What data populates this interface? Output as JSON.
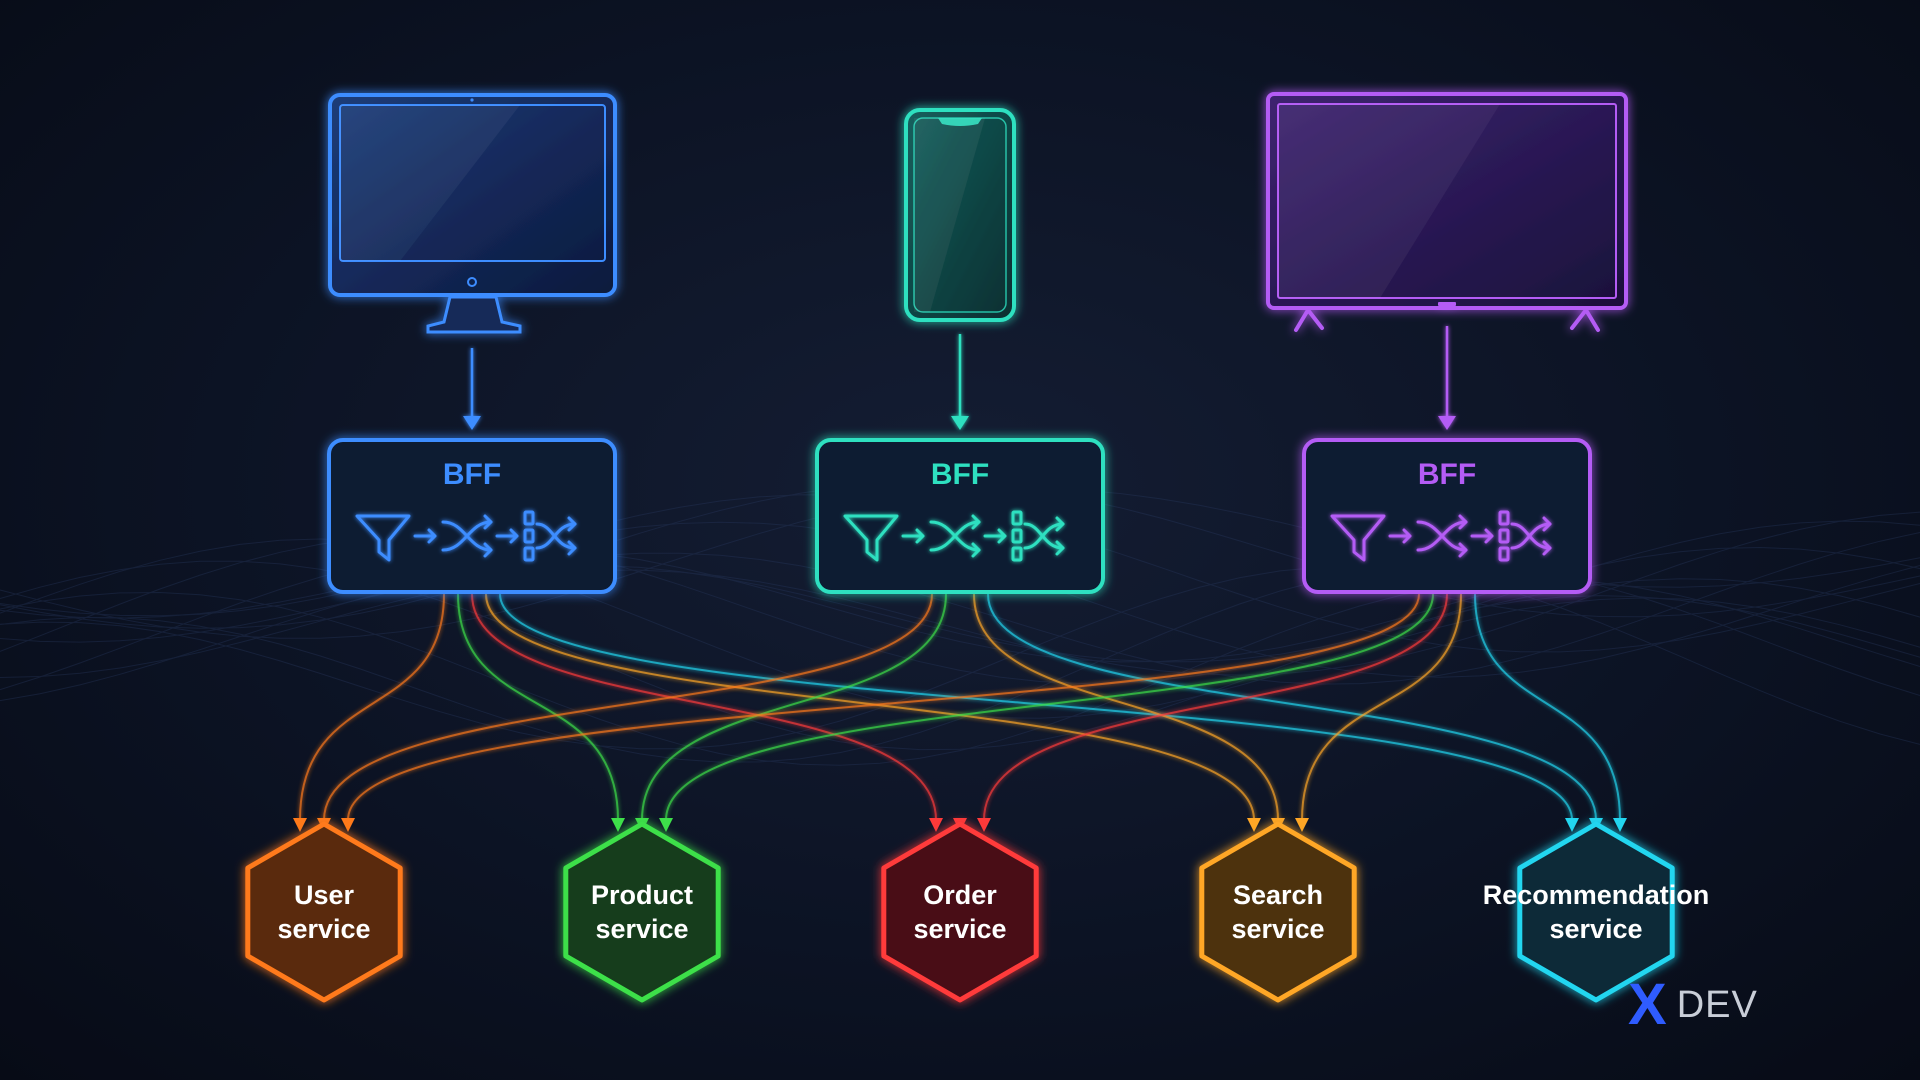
{
  "colors": {
    "desktop": "#3d8dff",
    "mobile": "#2ee0c0",
    "tv": "#b45cf5",
    "user_service": "#ff7a1a",
    "product_service": "#3ee04a",
    "order_service": "#ff3a3a",
    "search_service": "#ffa726",
    "recommendation_service": "#23d6f0",
    "background": "#0c1324"
  },
  "clients": [
    {
      "icon": "desktop-monitor-icon",
      "color": "#3d8dff"
    },
    {
      "icon": "mobile-phone-icon",
      "color": "#2ee0c0"
    },
    {
      "icon": "tv-screen-icon",
      "color": "#b45cf5"
    }
  ],
  "bffs": [
    {
      "label": "BFF",
      "color": "#3d8dff",
      "icons": [
        "filter-icon",
        "arrow-right-icon",
        "shuffle-icon",
        "arrow-right-icon",
        "aggregate-icon"
      ]
    },
    {
      "label": "BFF",
      "color": "#2ee0c0",
      "icons": [
        "filter-icon",
        "arrow-right-icon",
        "shuffle-icon",
        "arrow-right-icon",
        "aggregate-icon"
      ]
    },
    {
      "label": "BFF",
      "color": "#b45cf5",
      "icons": [
        "filter-icon",
        "arrow-right-icon",
        "shuffle-icon",
        "arrow-right-icon",
        "aggregate-icon"
      ]
    }
  ],
  "services": [
    {
      "line1": "User",
      "line2": "service",
      "color": "#ff7a1a",
      "fill": "#5a2a0c"
    },
    {
      "line1": "Product",
      "line2": "service",
      "color": "#3ee04a",
      "fill": "#143d1a"
    },
    {
      "line1": "Order",
      "line2": "service",
      "color": "#ff3a3a",
      "fill": "#4a1014"
    },
    {
      "line1": "Search",
      "line2": "service",
      "color": "#ffa726",
      "fill": "#4e3110"
    },
    {
      "line1": "Recommendation",
      "line2": "service",
      "color": "#23d6f0",
      "fill": "#0d2a38"
    }
  ],
  "watermark": {
    "mark": "X",
    "text": "DEV"
  }
}
